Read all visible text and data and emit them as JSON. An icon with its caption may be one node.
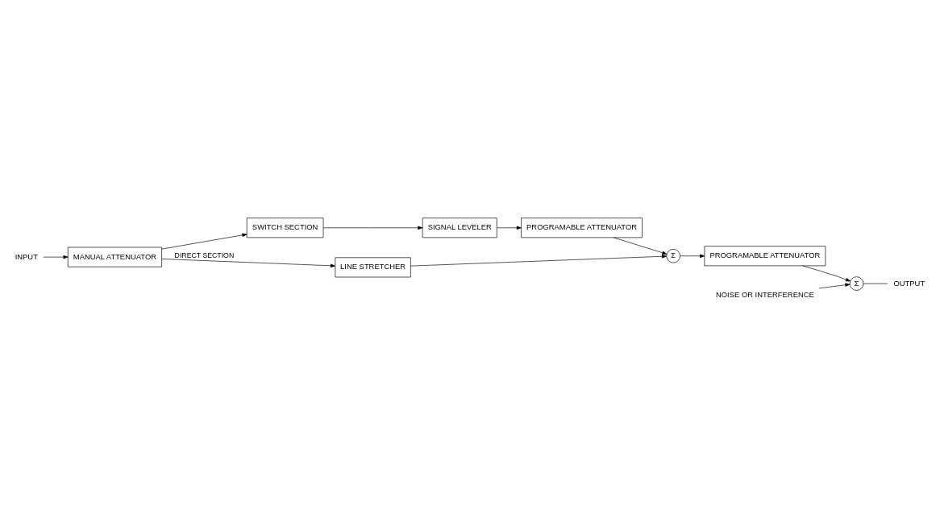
{
  "diagram": {
    "nodes": [
      {
        "text": [
          "INPUT"
        ]
      },
      {
        "text": [
          "MANUAL ATTENUATOR"
        ]
      },
      {
        "text": [
          "SWITCH SECTION"
        ]
      },
      {
        "text": [
          "SIGNAL LEVELER"
        ]
      },
      {
        "text": [
          "PROGRAMABLE ATTENUATOR"
        ]
      },
      {
        "text": [
          "LINE STRETCHER"
        ]
      },
      {
        "text": [
          "Σ"
        ]
      },
      {
        "text": [
          "PROGRAMABLE ATTENUATOR"
        ]
      },
      {
        "text": [
          "NOISE OR INTERFERENCE"
        ]
      },
      {
        "text": [
          "Σ"
        ]
      },
      {
        "text": [
          "OUTPUT"
        ]
      }
    ],
    "edges": [
      {
        "from": 0,
        "to": 1,
        "arrow": "to"
      },
      {
        "from": 1,
        "to": 2,
        "arrow": "to"
      },
      {
        "from": 1,
        "to": 5,
        "arrow": "to",
        "label": "DIRECT SECTION"
      },
      {
        "from": 2,
        "to": 3,
        "arrow": "to"
      },
      {
        "from": 3,
        "to": 4,
        "arrow": "to"
      },
      {
        "from": 4,
        "to": 6,
        "arrow": "to"
      },
      {
        "from": 5,
        "to": 6,
        "arrow": "to"
      },
      {
        "from": 6,
        "to": 7,
        "arrow": "to"
      },
      {
        "from": 7,
        "to": 9,
        "arrow": "to"
      },
      {
        "from": 8,
        "to": 9,
        "arrow": "to"
      },
      {
        "from": 9,
        "to": 10,
        "arrow": "none"
      }
    ]
  }
}
